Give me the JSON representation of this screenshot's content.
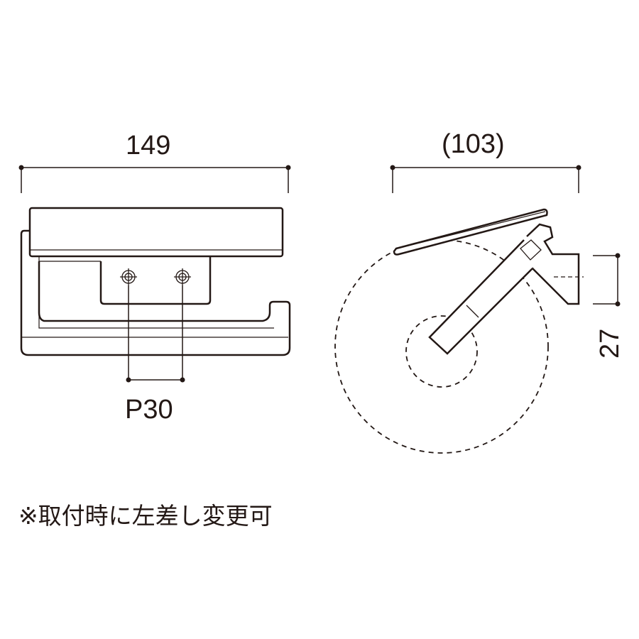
{
  "front_view": {
    "width_dim": "149",
    "pitch_dim": "P30"
  },
  "side_view": {
    "depth_dim": "(103)",
    "offset_dim": "27"
  },
  "note": "※取付時に左差し変更可",
  "colors": {
    "line": "#231815"
  }
}
